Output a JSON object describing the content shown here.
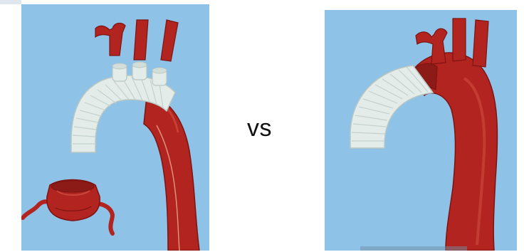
{
  "comparison": {
    "separator_label": "vs"
  },
  "panels": [
    {
      "name": "arch-replacement-with-branch-reimplantation",
      "background_color": "#8ec2e6",
      "graft_color": "#e3ece8",
      "vessel_color": "#b2241f"
    },
    {
      "name": "partial-arch-replacement-branches-intact",
      "background_color": "#8ec2e6",
      "graft_color": "#e3ece8",
      "vessel_color": "#b2241f"
    }
  ],
  "colors": {
    "background": "#ffffff",
    "panel_background": "#8ec2e6",
    "vessel_red": "#b2241f",
    "vessel_dark": "#7e1412",
    "graft_white": "#e3ece8",
    "graft_shadow": "#b9c7c4",
    "text": "#111111"
  }
}
